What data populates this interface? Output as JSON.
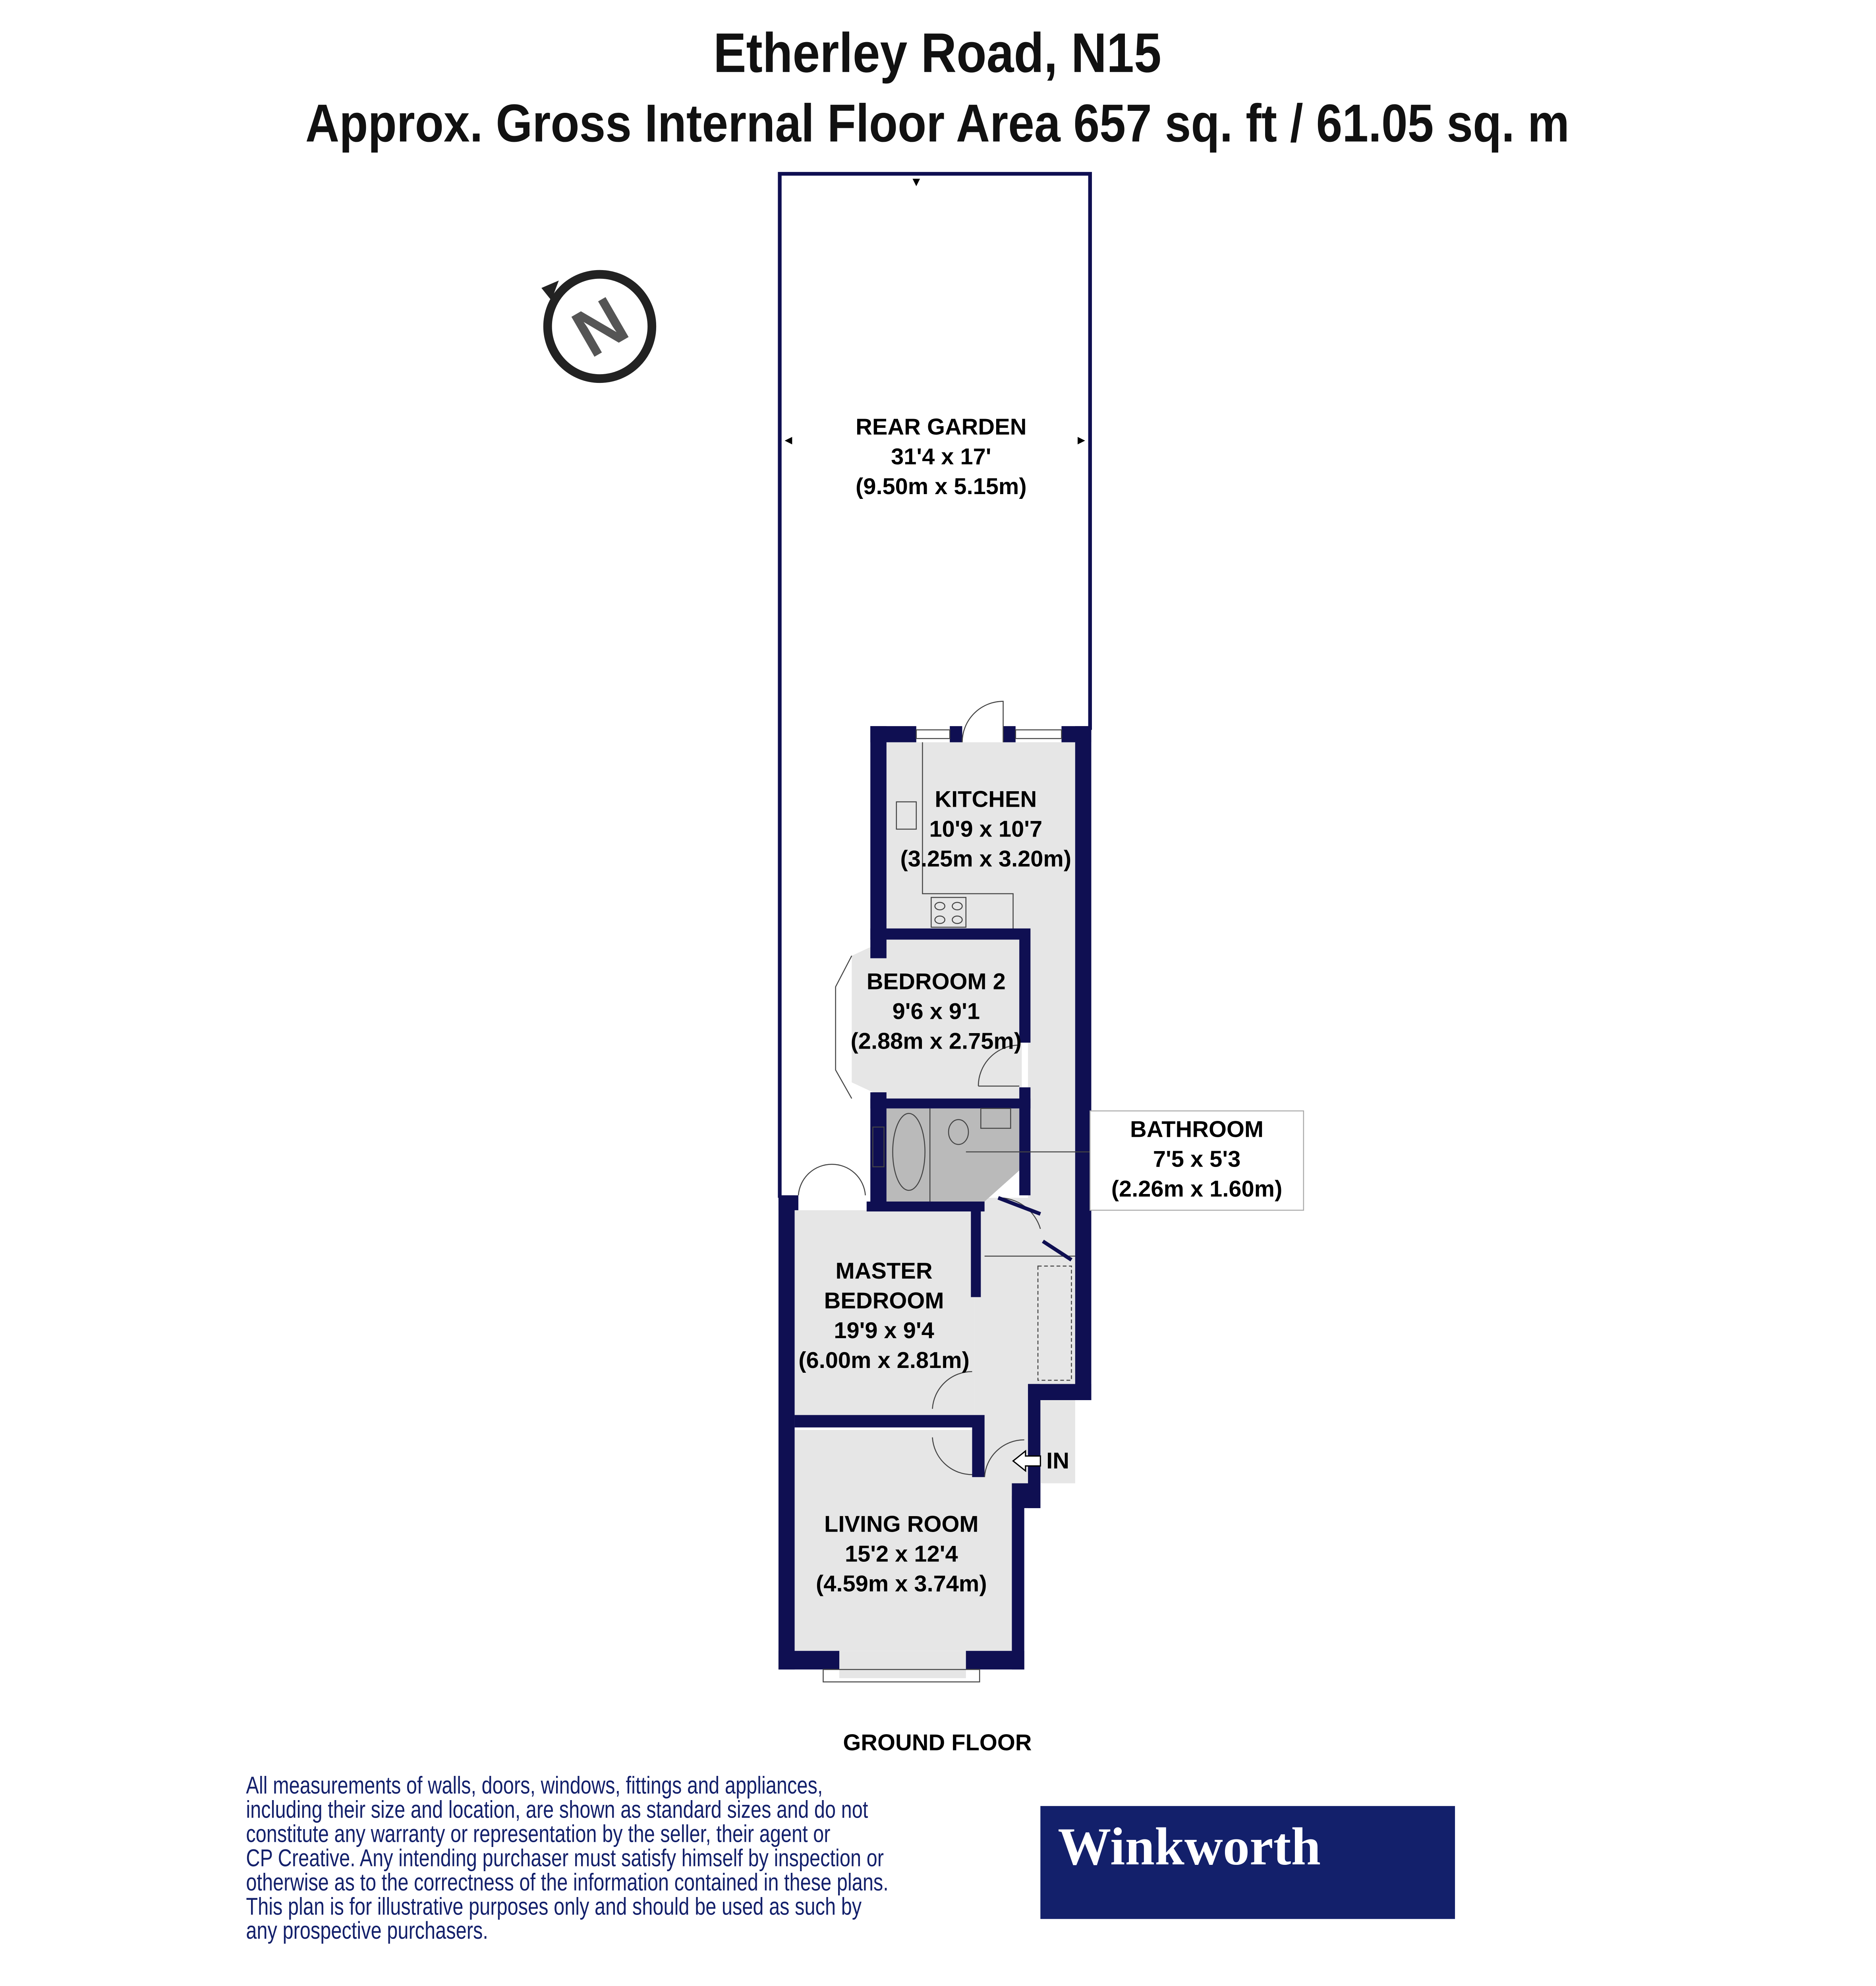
{
  "header": {
    "title": "Etherley Road, N15",
    "subtitle": "Approx. Gross Internal Floor Area 657 sq. ft / 61.05 sq. m"
  },
  "compass": {
    "icon": "north-compass-icon",
    "letter": "N"
  },
  "rooms": {
    "rear_garden": {
      "name": "REAR GARDEN",
      "imperial": "31'4 x 17'",
      "metric": "(9.50m x 5.15m)"
    },
    "kitchen": {
      "name": "KITCHEN",
      "imperial": "10'9 x 10'7",
      "metric": "(3.25m x 3.20m)"
    },
    "bedroom2": {
      "name": "BEDROOM 2",
      "imperial": "9'6 x 9'1",
      "metric": "(2.88m x 2.75m)"
    },
    "bathroom": {
      "name": "BATHROOM",
      "imperial": "7'5 x 5'3",
      "metric": "(2.26m x 1.60m)"
    },
    "master_bedroom": {
      "name_line1": "MASTER",
      "name_line2": "BEDROOM",
      "imperial": "19'9 x 9'4",
      "metric": "(6.00m x 2.81m)"
    },
    "living_room": {
      "name": "LIVING ROOM",
      "imperial": "15'2 x 12'4",
      "metric": "(4.59m x 3.74m)"
    }
  },
  "entrance_label": "IN",
  "floor_label": "GROUND FLOOR",
  "disclaimer": [
    "All measurements of walls, doors, windows, fittings and appliances,",
    "including their size and location, are shown as standard sizes and do not",
    "constitute any warranty or representation by the seller, their agent or",
    "CP Creative. Any intending purchaser must satisfy himself by inspection or",
    "otherwise as to the correctness of the information contained in these plans.",
    "This plan is for illustrative purposes only and should be used as such by",
    "any prospective purchasers."
  ],
  "brand": {
    "name": "Winkworth",
    "color": "#13206b"
  },
  "colors": {
    "walls": "#0f0f52",
    "floor": "#e6e6e6",
    "bathroom": "#bababa"
  }
}
